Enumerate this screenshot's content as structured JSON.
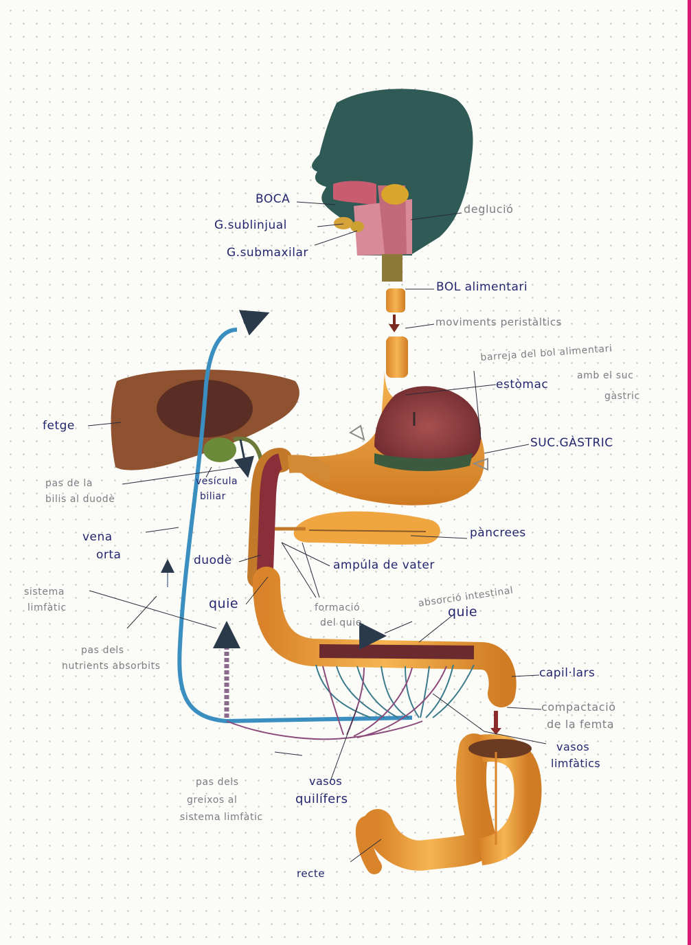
{
  "colors": {
    "ink_navy": "#23266e",
    "ink_gray": "#7c7c84",
    "head": "#2f5a55",
    "organ_orange": "#f0a640",
    "liver_brown": "#8e5230",
    "portal_vein": "#3a8fc0",
    "margin_pink": "#d61a74"
  },
  "labels": {
    "boca": "BOCA",
    "g_sublingual": "G.sublinjual",
    "g_submaxilar": "G.submaxilar",
    "deglucio": "deglució",
    "bol_alimentari": "BOL alimentari",
    "moviments": "moviments peristàltics",
    "barreja_1": "barreja del bol alimentari",
    "barreja_2": "amb el suc",
    "barreja_3": "gàstric",
    "estomac": "estòmac",
    "suc_gastric": "SUC.GÀSTRIC",
    "fetge": "fetge",
    "pas_bilis_1": "pas de la",
    "pas_bilis_2": "bilis al duodè",
    "vesicula_1": "vesícula",
    "vesicula_2": "biliar",
    "vena_1": "vena",
    "vena_2": "orta",
    "pancrees": "pàncrees",
    "duode": "duodè",
    "ampula": "ampúla de vater",
    "sistema_1": "sistema",
    "sistema_2": "limfàtic",
    "quie_left": "quie",
    "formacio_1": "formació",
    "formacio_2": "del quie",
    "absorcio": "absorció intestinal",
    "quie_right": "quie",
    "pas_nutrients_1": "pas dels",
    "pas_nutrients_2": "nutrients absorbits",
    "capilars": "capil·lars",
    "compactacio_1": "compactació",
    "compactacio_2": "de la femta",
    "vasos_limf_1": "vasos",
    "vasos_limf_2": "limfàtics",
    "pas_greixos_1": "pas dels",
    "pas_greixos_2": "greixos al",
    "pas_greixos_3": "sistema limfàtic",
    "vasos_quil_1": "vasos",
    "vasos_quil_2": "quilífers",
    "recte": "recte"
  }
}
